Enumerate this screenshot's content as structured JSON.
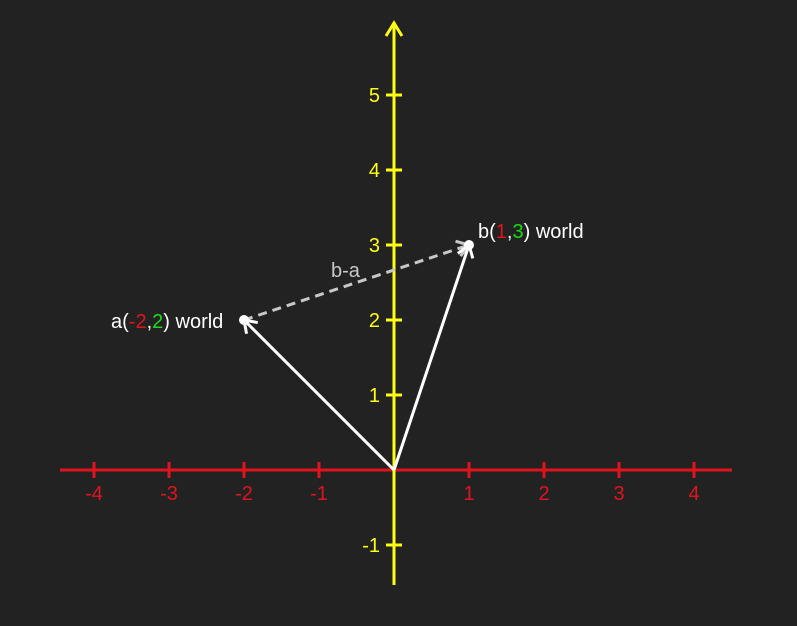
{
  "diagram": {
    "colors": {
      "background": "#222222",
      "x_axis": "#e0141e",
      "y_axis": "#ffff14",
      "vector": "#ffffff",
      "diff_vector": "#c8c8c8",
      "x_component": "#e0141e",
      "y_component": "#14e014"
    },
    "x_ticks": [
      "-4",
      "-3",
      "-2",
      "-1",
      "1",
      "2",
      "3",
      "4"
    ],
    "y_ticks": [
      "-1",
      "1",
      "2",
      "3",
      "4",
      "5"
    ],
    "points": [
      {
        "name": "a",
        "x": -2,
        "y": 2,
        "x_text": "-2",
        "y_text": "2",
        "suffix": "world"
      },
      {
        "name": "b",
        "x": 1,
        "y": 3,
        "x_text": "1",
        "y_text": "3",
        "suffix": "world"
      }
    ],
    "diff_label": "b-a"
  }
}
